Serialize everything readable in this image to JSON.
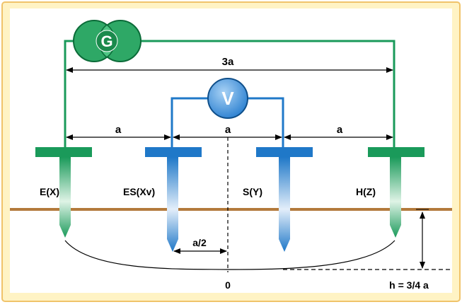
{
  "diagram": {
    "generator_label": "G",
    "voltmeter_label": "V",
    "dim_total": "3a",
    "dim_spacing": [
      "a",
      "a",
      "a"
    ],
    "electrodes": [
      {
        "label": "E(X)",
        "color": "#1a9a5a"
      },
      {
        "label": "ES(Xv)",
        "color": "#1f78c8"
      },
      {
        "label": "S(Y)",
        "color": "#1f78c8"
      },
      {
        "label": "H(Z)",
        "color": "#1a9a5a"
      }
    ],
    "half_spacing": "a/2",
    "center_label": "0",
    "depth_label": "h = 3/4 a",
    "colors": {
      "frame_border": "#f0c36a",
      "frame_fill": "#fff3c4",
      "ground_line": "#b37a3c",
      "current_wire": "#1a9a5a",
      "voltage_wire": "#1f78c8"
    }
  }
}
